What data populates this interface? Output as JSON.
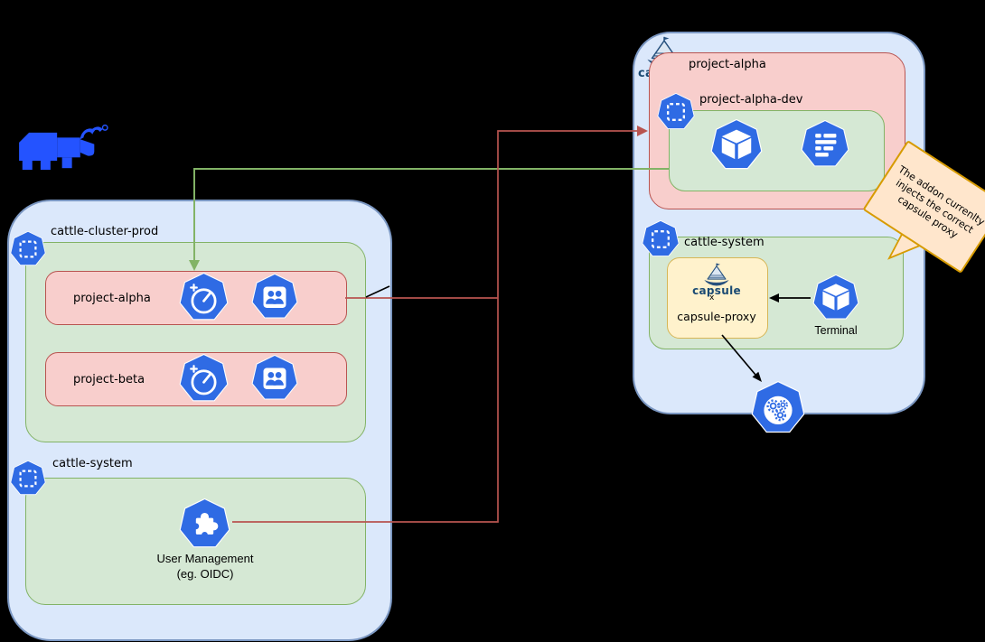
{
  "colors": {
    "background": "#000000",
    "cluster_fill": "#dbe8fb",
    "cluster_border": "#7b97c2",
    "namespace_fill": "#d5e8d4",
    "namespace_border": "#82b366",
    "project_fill": "#f8cecc",
    "project_border": "#b85450",
    "proxy_fill": "#fff2cc",
    "proxy_border": "#d6b656",
    "callout_fill": "#ffe6cc",
    "callout_border": "#d79b00",
    "k8s_blue": "#2f6be4",
    "rancher_blue": "#2453ff",
    "capsule_navy": "#27517e",
    "arrow_green": "#82b366",
    "arrow_red": "#b85450",
    "arrow_black": "#000000"
  },
  "left_cluster": {
    "cluster_label": "cattle-cluster-prod",
    "projects": [
      {
        "label": "project-alpha"
      },
      {
        "label": "project-beta"
      }
    ],
    "system_namespace_label": "cattle-system",
    "user_management_line1": "User Management",
    "user_management_line2": "(eg. OIDC)"
  },
  "right_cluster": {
    "capsule_logo_text": "capsule",
    "project_label": "project-alpha",
    "dev_namespace_label": "project-alpha-dev",
    "system_namespace_label": "cattle-system",
    "capsule_proxy": {
      "logo_text": "capsule",
      "logo_mark": "x",
      "label": "capsule-proxy"
    },
    "terminal_label": "Terminal"
  },
  "callout": {
    "text": "The addon currenlty injects the correct capsule proxy"
  },
  "icons": {
    "rancher": "rancher-logo",
    "namespace": "namespace-icon",
    "quota_gauge": "gauge-icon",
    "users": "users-icon",
    "puzzle": "puzzle-icon",
    "pod_cube": "cube-icon",
    "list": "list-icon",
    "gears": "gears-icon",
    "capsule_ship": "capsule-ship-icon"
  }
}
